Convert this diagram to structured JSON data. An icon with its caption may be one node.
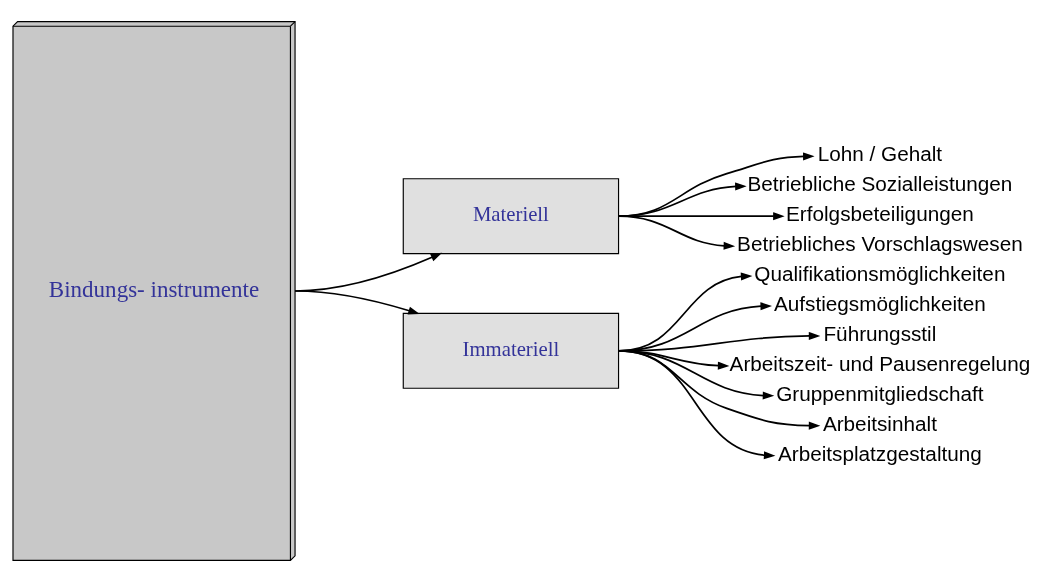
{
  "diagram": {
    "nodes": [
      {
        "text": [
          "Bindungs- instrumente"
        ]
      },
      {
        "text": [
          "Materiell"
        ]
      },
      {
        "text": [
          "Immateriell"
        ]
      },
      {
        "text": [
          "Lohn / Gehalt"
        ]
      },
      {
        "text": [
          "Betriebliche Sozialleistungen"
        ]
      },
      {
        "text": [
          "Erfolgsbeteiligungen"
        ]
      },
      {
        "text": [
          "Betriebliches Vorschlagswesen"
        ]
      },
      {
        "text": [
          "Qualifikationsmöglichkeiten"
        ]
      },
      {
        "text": [
          "Aufstiegsmöglichkeiten"
        ]
      },
      {
        "text": [
          "Führungsstil"
        ]
      },
      {
        "text": [
          "Arbeitszeit- und Pausenregelung"
        ]
      },
      {
        "text": [
          "Gruppenmitgliedschaft"
        ]
      },
      {
        "text": [
          "Arbeitsinhalt"
        ]
      },
      {
        "text": [
          "Arbeitsplatzgestaltung"
        ]
      }
    ],
    "edges": [
      {
        "from": 0,
        "to": 1,
        "arrow": "to"
      },
      {
        "from": 0,
        "to": 2,
        "arrow": "to"
      },
      {
        "from": 1,
        "to": 3,
        "arrow": "to"
      },
      {
        "from": 1,
        "to": 4,
        "arrow": "to"
      },
      {
        "from": 1,
        "to": 5,
        "arrow": "to"
      },
      {
        "from": 1,
        "to": 6,
        "arrow": "to"
      },
      {
        "from": 2,
        "to": 7,
        "arrow": "to"
      },
      {
        "from": 2,
        "to": 8,
        "arrow": "to"
      },
      {
        "from": 2,
        "to": 9,
        "arrow": "to"
      },
      {
        "from": 2,
        "to": 10,
        "arrow": "to"
      },
      {
        "from": 2,
        "to": 11,
        "arrow": "to"
      },
      {
        "from": 2,
        "to": 12,
        "arrow": "to"
      },
      {
        "from": 2,
        "to": 13,
        "arrow": "to"
      }
    ]
  }
}
